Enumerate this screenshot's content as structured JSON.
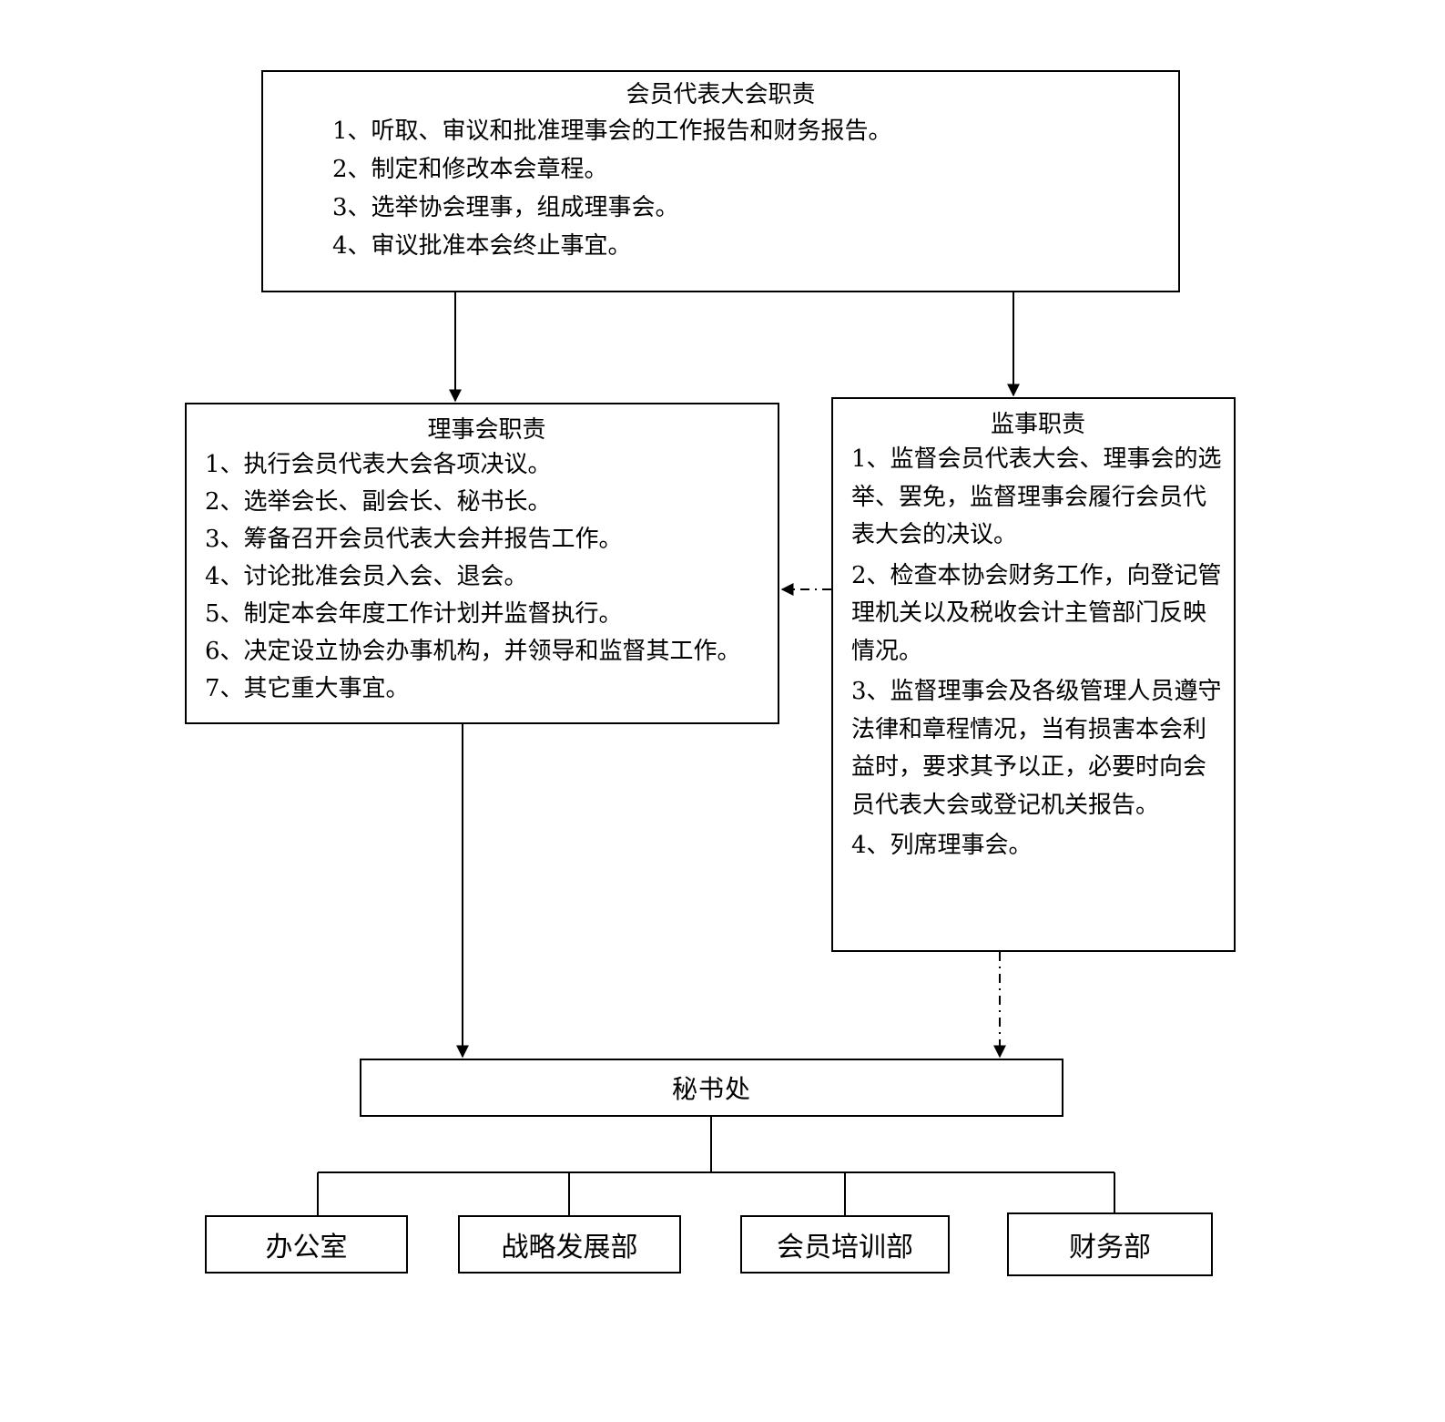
{
  "congress": {
    "title": "会员代表大会职责",
    "items": [
      "1、听取、审议和批准理事会的工作报告和财务报告。",
      "2、制定和修改本会章程。",
      "3、选举协会理事，组成理事会。",
      "4、审议批准本会终止事宜。"
    ]
  },
  "council": {
    "title": "理事会职责",
    "items": [
      "1、执行会员代表大会各项决议。",
      "2、选举会长、副会长、秘书长。",
      "3、筹备召开会员代表大会并报告工作。",
      "4、讨论批准会员入会、退会。",
      "5、制定本会年度工作计划并监督执行。",
      "6、决定设立协会办事机构，并领导和监督其工作。",
      "7、其它重大事宜。"
    ]
  },
  "supervisor": {
    "title": "监事职责",
    "items": [
      "1、监督会员代表大会、理事会的选举、罢免，监督理事会履行会员代表大会的决议。",
      "2、检查本协会财务工作，向登记管理机关以及税收会计主管部门反映情况。",
      "3、监督理事会及各级管理人员遵守法律和章程情况，当有损害本会利益时，要求其予以正，必要时向会员代表大会或登记机关报告。",
      "4、列席理事会。"
    ]
  },
  "secretariat": {
    "label": "秘书处"
  },
  "departments": {
    "office": "办公室",
    "strategy": "战略发展部",
    "training": "会员培训部",
    "finance": "财务部"
  }
}
